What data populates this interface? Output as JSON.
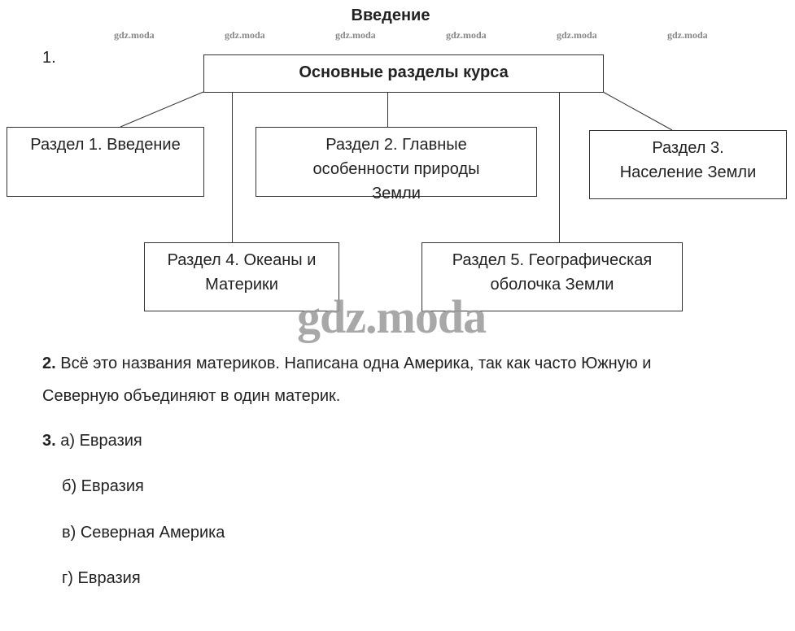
{
  "title": "Введение",
  "watermark": "gdz.moda",
  "q1": {
    "number": "1.",
    "root": "Основные разделы курса",
    "sections": [
      "Раздел 1. Введение",
      "Раздел 2. Главные особенности природы Земли",
      "Раздел 3. Население Земли",
      "Раздел 4. Океаны и Материки",
      "Раздел 5. Географическая оболочка Земли"
    ]
  },
  "q2": {
    "number": "2.",
    "line1": "Всё это названия материков. Написана одна Америка, так как часто Южную и",
    "line2": "Северную объединяют в один материк."
  },
  "q3": {
    "number": "3.",
    "answers": [
      "а) Евразия",
      "б) Евразия",
      "в) Северная Америка",
      "г) Евразия"
    ]
  }
}
